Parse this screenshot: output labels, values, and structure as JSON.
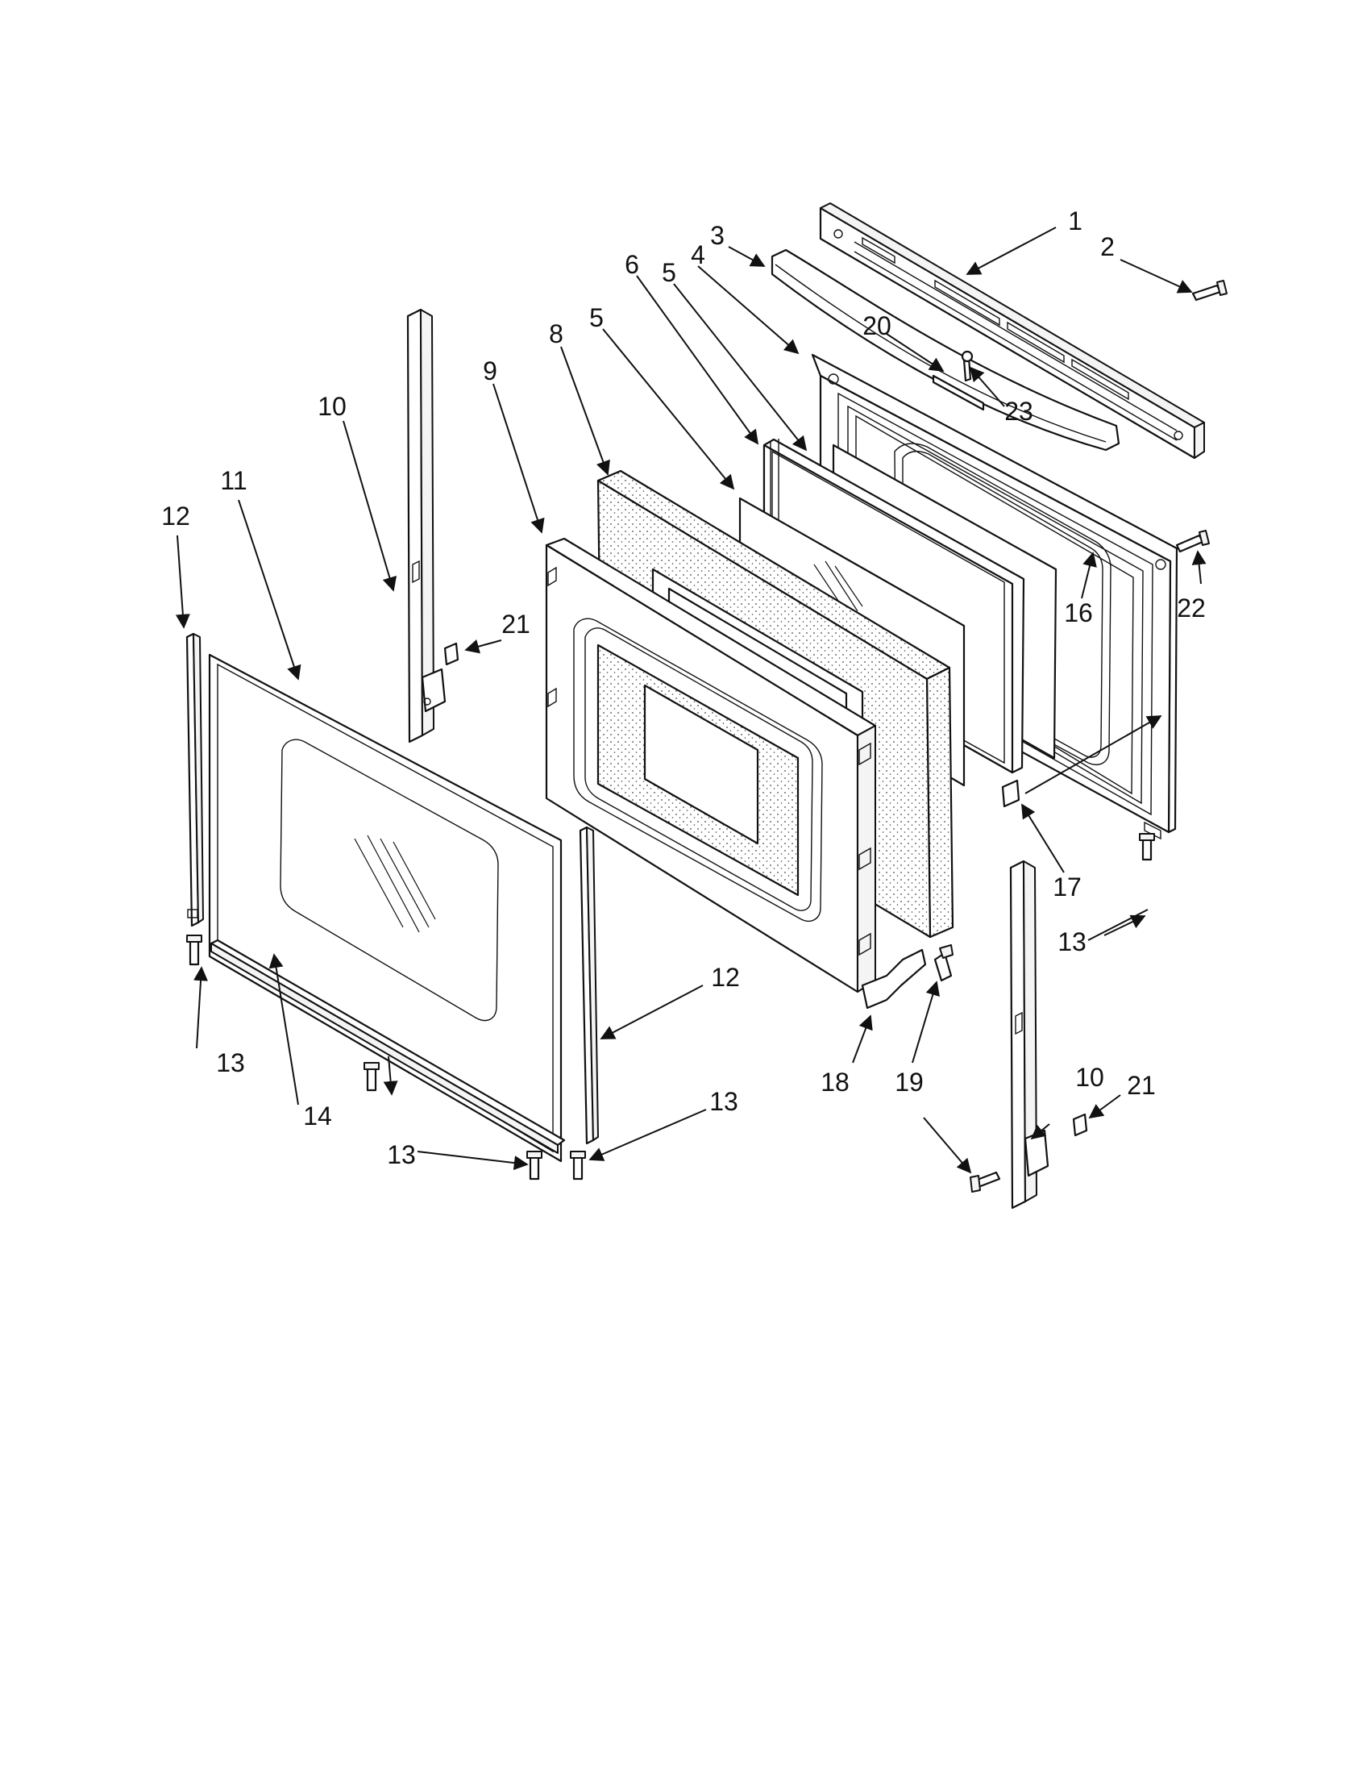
{
  "callouts": [
    {
      "id": "c1",
      "text": "1"
    },
    {
      "id": "c2",
      "text": "2"
    },
    {
      "id": "c3",
      "text": "3"
    },
    {
      "id": "c4",
      "text": "4"
    },
    {
      "id": "c5a",
      "text": "5"
    },
    {
      "id": "c5b",
      "text": "5"
    },
    {
      "id": "c6",
      "text": "6"
    },
    {
      "id": "c8",
      "text": "8"
    },
    {
      "id": "c9",
      "text": "9"
    },
    {
      "id": "c10a",
      "text": "10"
    },
    {
      "id": "c10b",
      "text": "10"
    },
    {
      "id": "c11",
      "text": "11"
    },
    {
      "id": "c12a",
      "text": "12"
    },
    {
      "id": "c12b",
      "text": "12"
    },
    {
      "id": "c13a",
      "text": "13"
    },
    {
      "id": "c13b",
      "text": "13"
    },
    {
      "id": "c13c",
      "text": "13"
    },
    {
      "id": "c13d",
      "text": "13"
    },
    {
      "id": "c14",
      "text": "14"
    },
    {
      "id": "c16",
      "text": "16"
    },
    {
      "id": "c17",
      "text": "17"
    },
    {
      "id": "c18",
      "text": "18"
    },
    {
      "id": "c19",
      "text": "19"
    },
    {
      "id": "c20",
      "text": "20"
    },
    {
      "id": "c21a",
      "text": "21"
    },
    {
      "id": "c21b",
      "text": "21"
    },
    {
      "id": "c22",
      "text": "22"
    },
    {
      "id": "c23",
      "text": "23"
    }
  ]
}
